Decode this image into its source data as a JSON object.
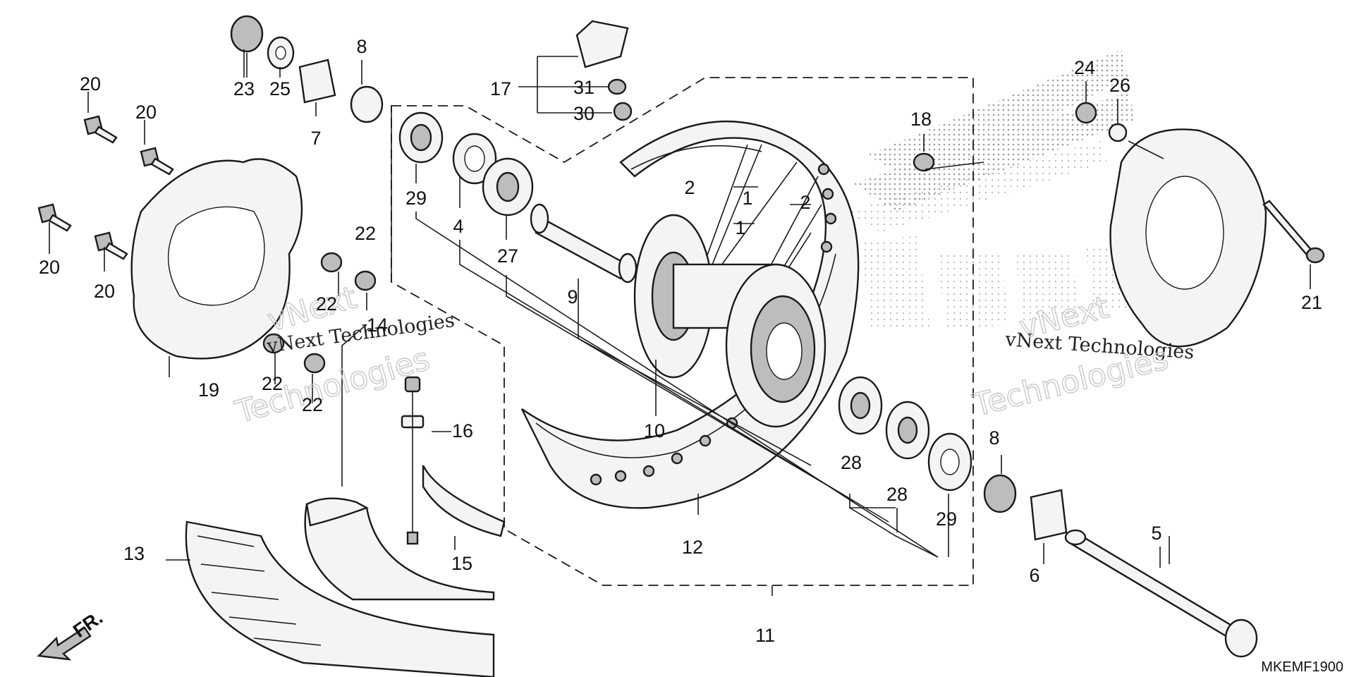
{
  "diagram": {
    "reference_code": "MKEMF1900",
    "direction_label": "FR.",
    "watermarks": [
      "vNext Technologies",
      "Technologies",
      "vNext",
      "vNext Technologies",
      "Technologies",
      "vNext"
    ],
    "callouts": [
      {
        "id": "c-1a",
        "label": "1"
      },
      {
        "id": "c-1b",
        "label": "1"
      },
      {
        "id": "c-2a",
        "label": "2"
      },
      {
        "id": "c-2b",
        "label": "2"
      },
      {
        "id": "c-4",
        "label": "4"
      },
      {
        "id": "c-5",
        "label": "5"
      },
      {
        "id": "c-6",
        "label": "6"
      },
      {
        "id": "c-7",
        "label": "7"
      },
      {
        "id": "c-8a",
        "label": "8"
      },
      {
        "id": "c-8b",
        "label": "8"
      },
      {
        "id": "c-9",
        "label": "9"
      },
      {
        "id": "c-10",
        "label": "10"
      },
      {
        "id": "c-11",
        "label": "11"
      },
      {
        "id": "c-12",
        "label": "12"
      },
      {
        "id": "c-13",
        "label": "13"
      },
      {
        "id": "c-14",
        "label": "14"
      },
      {
        "id": "c-15",
        "label": "15"
      },
      {
        "id": "c-16",
        "label": "16"
      },
      {
        "id": "c-17",
        "label": "17"
      },
      {
        "id": "c-18",
        "label": "18"
      },
      {
        "id": "c-19",
        "label": "19"
      },
      {
        "id": "c-20a",
        "label": "20"
      },
      {
        "id": "c-20b",
        "label": "20"
      },
      {
        "id": "c-20c",
        "label": "20"
      },
      {
        "id": "c-20d",
        "label": "20"
      },
      {
        "id": "c-21",
        "label": "21"
      },
      {
        "id": "c-22a",
        "label": "22"
      },
      {
        "id": "c-22b",
        "label": "22"
      },
      {
        "id": "c-22c",
        "label": "22"
      },
      {
        "id": "c-22d",
        "label": "22"
      },
      {
        "id": "c-23",
        "label": "23"
      },
      {
        "id": "c-24",
        "label": "24"
      },
      {
        "id": "c-25",
        "label": "25"
      },
      {
        "id": "c-26",
        "label": "26"
      },
      {
        "id": "c-27",
        "label": "27"
      },
      {
        "id": "c-28a",
        "label": "28"
      },
      {
        "id": "c-28b",
        "label": "28"
      },
      {
        "id": "c-29a",
        "label": "29"
      },
      {
        "id": "c-29b",
        "label": "29"
      },
      {
        "id": "c-30",
        "label": "30"
      },
      {
        "id": "c-31",
        "label": "31"
      }
    ]
  }
}
